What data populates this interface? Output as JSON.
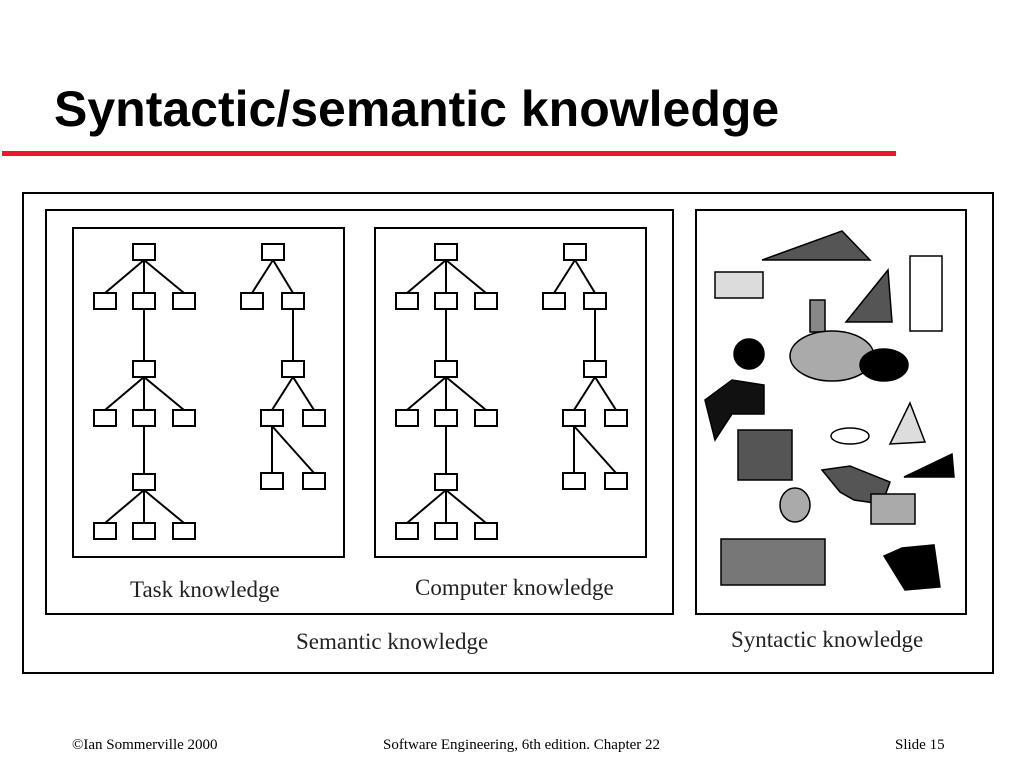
{
  "slide": {
    "title": "Syntactic/semantic knowledge",
    "accent_color": "#e8192c"
  },
  "diagram": {
    "semantic_group_label": "Semantic knowledge",
    "task_label": "Task knowledge",
    "computer_label": "Computer knowledge",
    "syntactic_label": "Syntactic knowledge"
  },
  "footer": {
    "copyright": "©Ian Sommerville 2000",
    "book": "Software Engineering, 6th edition. Chapter 22",
    "slide_number": "Slide 15"
  }
}
